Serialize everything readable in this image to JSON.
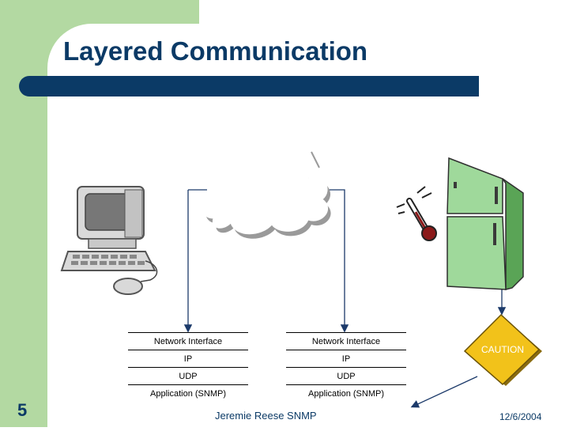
{
  "slide": {
    "title": "Layered Communication",
    "number": "5",
    "footer": "Jeremie Reese SNMP",
    "date": "12/6/2004"
  },
  "stacks": {
    "left": [
      "Network Interface",
      "IP",
      "UDP",
      "Application (SNMP)"
    ],
    "right": [
      "Network Interface",
      "IP",
      "UDP",
      "Application (SNMP)"
    ]
  },
  "caution_sign": {
    "label": "CAUTION"
  },
  "icons": [
    "computer-icon",
    "network-cloud-icon",
    "thermometer-icon",
    "refrigerator-icon",
    "caution-sign-icon"
  ],
  "colors": {
    "title_bar": "#0b3a66",
    "sidebar_green": "#b3d9a2",
    "fridge_green": "#8ecf8a",
    "caution_yellow": "#f2c21a"
  }
}
